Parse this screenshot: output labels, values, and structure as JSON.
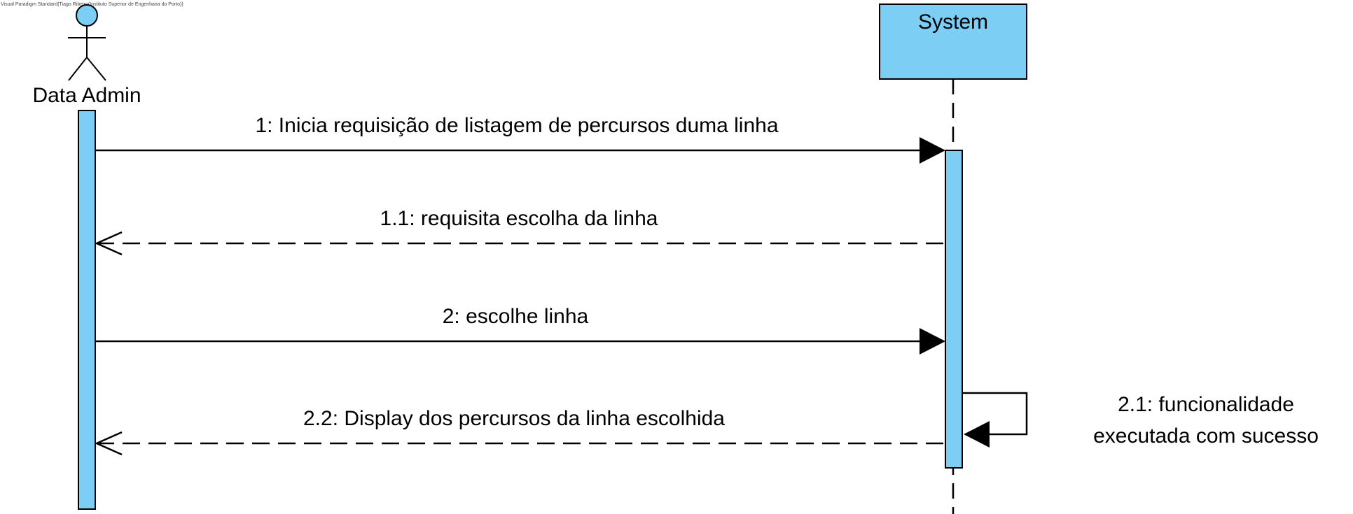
{
  "watermark": "Visual Paradigm Standard(Tiago Ribeiro(Instituto Superior de Engenharia do Porto))",
  "colors": {
    "fill": "#7ccef4",
    "stroke": "#000000"
  },
  "actor": {
    "name": "Data Admin",
    "icon": "stick-figure-actor-icon"
  },
  "system": {
    "name": "System"
  },
  "messages": [
    {
      "label": "1: Inicia requisição de listagem de percursos duma linha",
      "kind": "sync"
    },
    {
      "label": "1.1: requisita escolha da linha",
      "kind": "return"
    },
    {
      "label": "2: escolhe linha",
      "kind": "sync"
    },
    {
      "label": "2.1: funcionalidade",
      "label_line2": "executada com sucesso",
      "kind": "self"
    },
    {
      "label": "2.2: Display dos percursos da linha escolhida",
      "kind": "return"
    }
  ]
}
